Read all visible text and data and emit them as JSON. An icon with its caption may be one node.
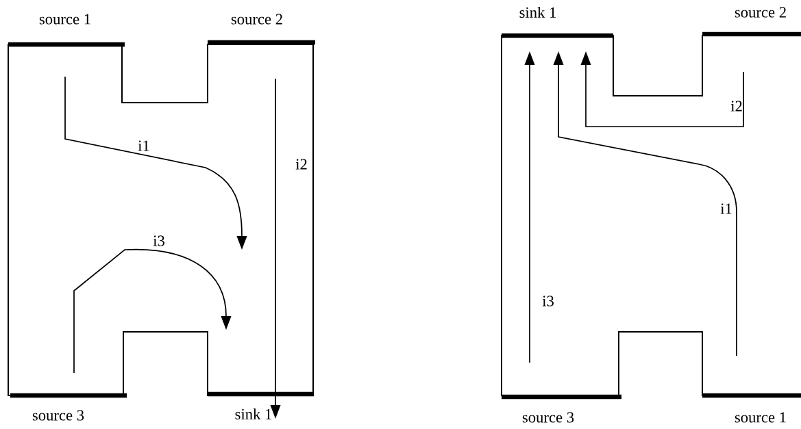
{
  "diagram": {
    "labels": [
      "source 1",
      "source 2",
      "i1",
      "i2",
      "i3",
      "source 3",
      "sink 1",
      "sink 1",
      "source 2",
      "i2",
      "i1",
      "i3",
      "source 3",
      "source 1"
    ]
  }
}
